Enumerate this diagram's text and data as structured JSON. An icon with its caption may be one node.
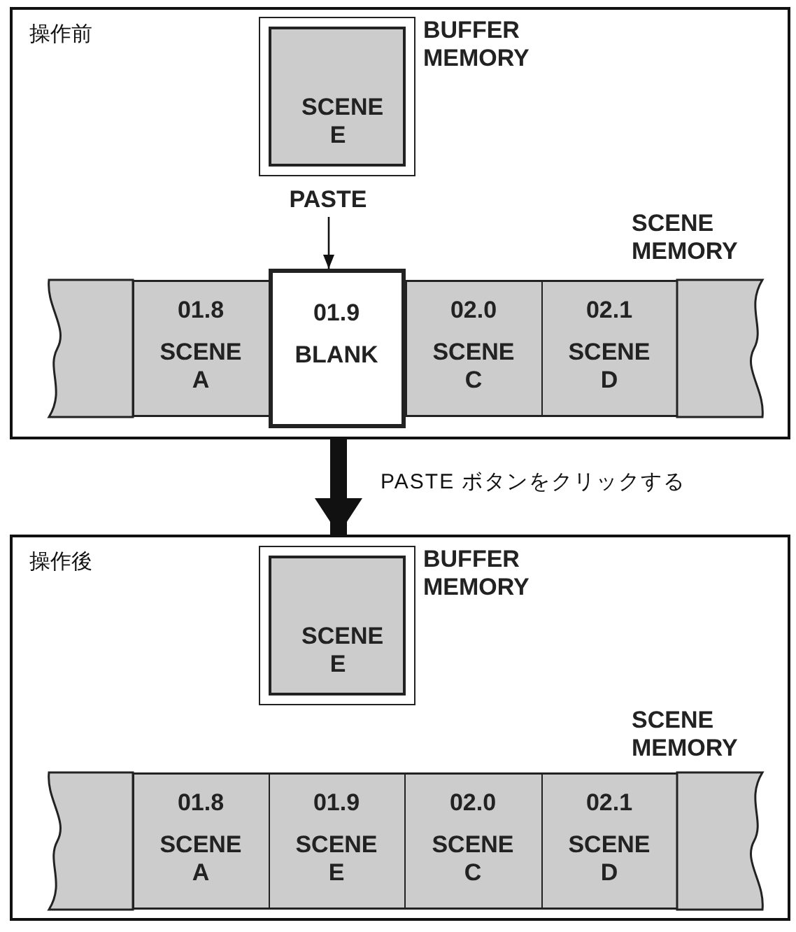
{
  "diagram": {
    "nodes": [
      {
        "text": [
          "操作前"
        ]
      },
      {
        "text": [
          "SCENE E"
        ],
        "beside": [
          "BUFFER MEMORY"
        ],
        "in": 0
      },
      {
        "text": [
          "PASTE"
        ],
        "in": 0
      },
      {
        "text": [],
        "shape": "bar",
        "beside": [
          "SCENE MEMORY"
        ],
        "in": 0
      },
      {
        "text": [],
        "shape": "box",
        "in": 3
      },
      {
        "text": [
          "01.8",
          "SCENE A"
        ],
        "in": 3
      },
      {
        "text": [
          "01.9",
          "BLANK"
        ],
        "in": 3
      },
      {
        "text": [
          "02.0",
          "SCENE C"
        ],
        "in": 3
      },
      {
        "text": [
          "02.1",
          "SCENE D"
        ],
        "in": 3
      },
      {
        "text": [],
        "shape": "box",
        "in": 3
      },
      {
        "text": [
          "操作後"
        ]
      },
      {
        "text": [
          "SCENE E"
        ],
        "beside": [
          "BUFFER MEMORY"
        ],
        "in": 10
      },
      {
        "text": [],
        "shape": "bar",
        "beside": [
          "SCENE MEMORY"
        ],
        "in": 10
      },
      {
        "text": [],
        "shape": "box",
        "in": 12
      },
      {
        "text": [
          "01.8",
          "SCENE A"
        ],
        "in": 12
      },
      {
        "text": [
          "01.9",
          "SCENE E"
        ],
        "in": 12
      },
      {
        "text": [
          "02.0",
          "SCENE C"
        ],
        "in": 12
      },
      {
        "text": [
          "02.1",
          "SCENE D"
        ],
        "in": 12
      },
      {
        "text": [],
        "shape": "box",
        "in": 12
      }
    ],
    "edges": [
      {
        "from": 2,
        "to": 6,
        "arrow": "to"
      },
      {
        "from": 0,
        "to": 10,
        "arrow": "to",
        "label": "PASTE ボタンをクリックする",
        "style": "thick"
      }
    ]
  }
}
